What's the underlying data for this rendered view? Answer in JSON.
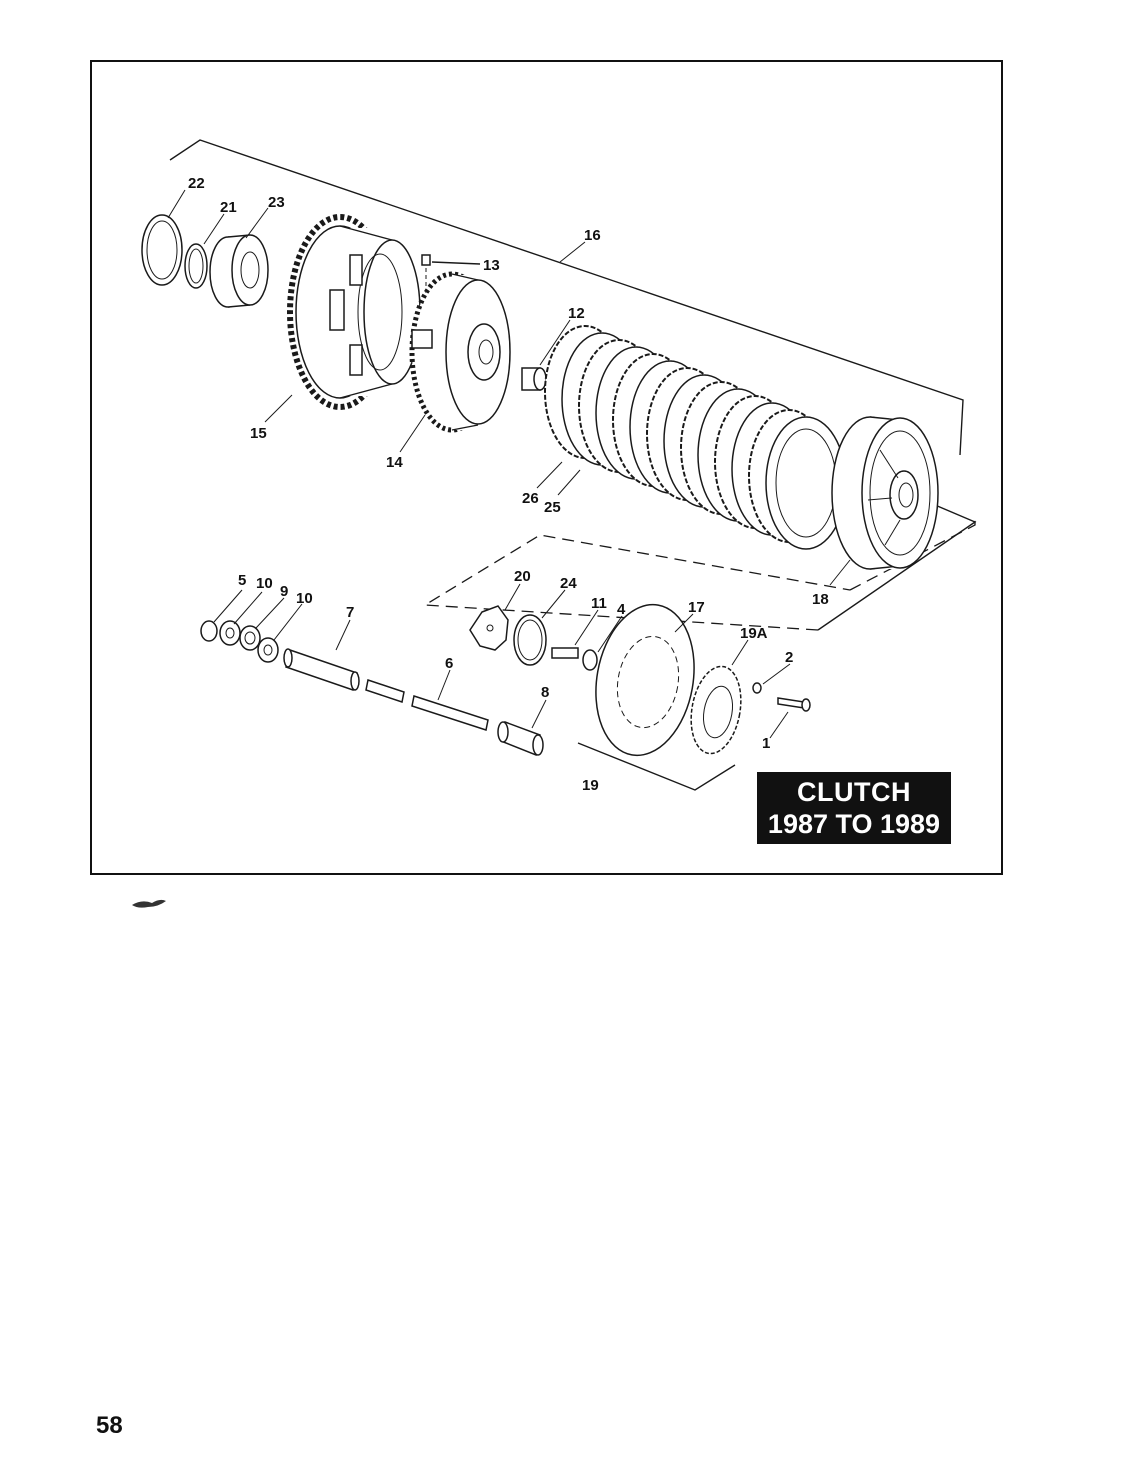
{
  "figure": {
    "title_line1": "CLUTCH",
    "title_line2": "1987 TO 1989",
    "callouts": {
      "c22": "22",
      "c21": "21",
      "c23": "23",
      "c16": "16",
      "c13": "13",
      "c12": "12",
      "c15": "15",
      "c14": "14",
      "c26": "26",
      "c25": "25",
      "c18": "18",
      "c5": "5",
      "c10a": "10",
      "c9": "9",
      "c10b": "10",
      "c7": "7",
      "c20": "20",
      "c24": "24",
      "c11": "11",
      "c4": "4",
      "c17": "17",
      "c19a": "19A",
      "c2": "2",
      "c6": "6",
      "c8": "8",
      "c1": "1",
      "c19": "19"
    }
  },
  "page": {
    "number": "58"
  },
  "colors": {
    "ink": "#111111",
    "paper": "#ffffff"
  }
}
